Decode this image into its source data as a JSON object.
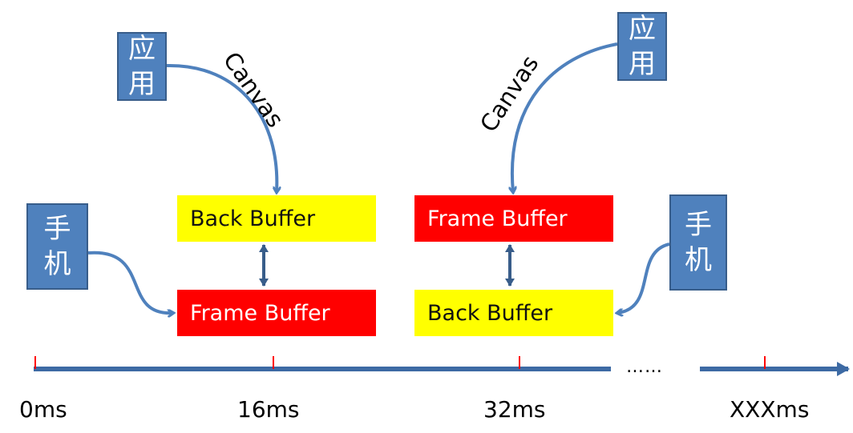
{
  "colors": {
    "actor_fill": "#4f81bd",
    "actor_border": "#385d8a",
    "arrow": "#4f81bd",
    "swap_arrow": "#385d8a",
    "back_buffer": "#ffff00",
    "front_buffer": "#ff0000",
    "tick": "#ff0000",
    "timeline": "#3d6aa4"
  },
  "actors": {
    "app_left": "应用",
    "app_right": "应用",
    "phone_left": "手机",
    "phone_right": "手机"
  },
  "edge_labels": {
    "canvas_left": "Canvas",
    "canvas_right": "Canvas"
  },
  "buffers": {
    "left_top": "Back Buffer",
    "left_bottom": "Frame Buffer",
    "right_top": "Frame Buffer",
    "right_bottom": "Back Buffer"
  },
  "timeline": {
    "labels": [
      "0ms",
      "16ms",
      "32ms",
      "XXXms"
    ],
    "gap_text": "……"
  }
}
